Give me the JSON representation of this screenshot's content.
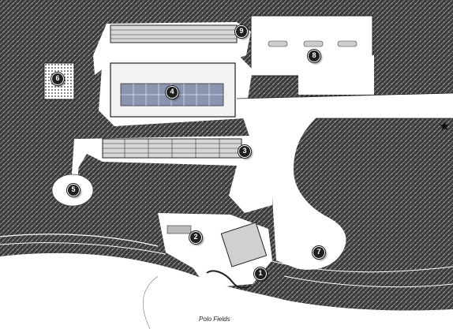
{
  "map": {
    "field_label": "Polo Fields",
    "colors": {
      "vegetation": "#3c3c3c",
      "clearing": "#ffffff",
      "contour": "#555555",
      "roof_panel": "#8a93b0",
      "marker": "#1f1f1f"
    },
    "markers": [
      {
        "id": "1",
        "label": "1"
      },
      {
        "id": "2",
        "label": "2"
      },
      {
        "id": "3",
        "label": "3"
      },
      {
        "id": "4",
        "label": "4"
      },
      {
        "id": "5",
        "label": "5"
      },
      {
        "id": "6",
        "label": "6"
      },
      {
        "id": "7",
        "label": "7"
      },
      {
        "id": "8",
        "label": "8"
      },
      {
        "id": "9",
        "label": "9"
      }
    ],
    "icons": {
      "compass": "star-icon"
    }
  }
}
